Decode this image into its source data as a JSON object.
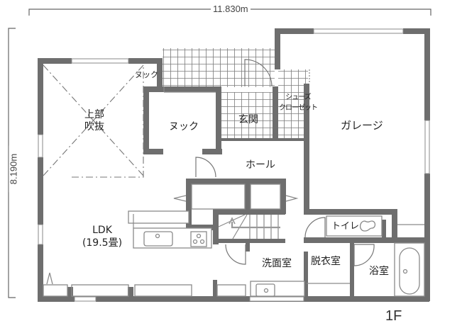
{
  "dimensions": {
    "width": "11.830m",
    "depth": "8.190m"
  },
  "floor_label": "1F",
  "rooms": {
    "fukinuke": {
      "line1": "上部",
      "line2": "吹抜"
    },
    "nook_small": "ヌック",
    "nook": "ヌック",
    "genkan": "玄関",
    "shoes_closet": {
      "line1": "シューズ",
      "line2": "クローゼット"
    },
    "garage": "ガレージ",
    "hall": "ホール",
    "ldk": {
      "line1": "LDK",
      "line2": "(19.5畳)"
    },
    "toilet": "トイレ",
    "washroom": "洗面室",
    "dressing": "脱衣室",
    "bathroom": "浴室"
  },
  "colors": {
    "wall": "#6e6e6e",
    "line": "#8a8a8a",
    "tile": "#7a7a7a",
    "background": "#ffffff"
  }
}
